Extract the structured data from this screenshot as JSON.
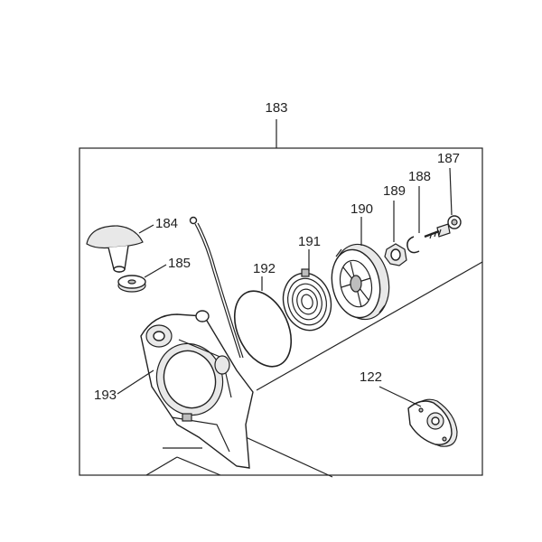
{
  "labels": {
    "p183": "183",
    "p184": "184",
    "p185": "185",
    "p187": "187",
    "p188": "188",
    "p189": "189",
    "p190": "190",
    "p191": "191",
    "p192": "192",
    "p193": "193",
    "p122": "122"
  }
}
